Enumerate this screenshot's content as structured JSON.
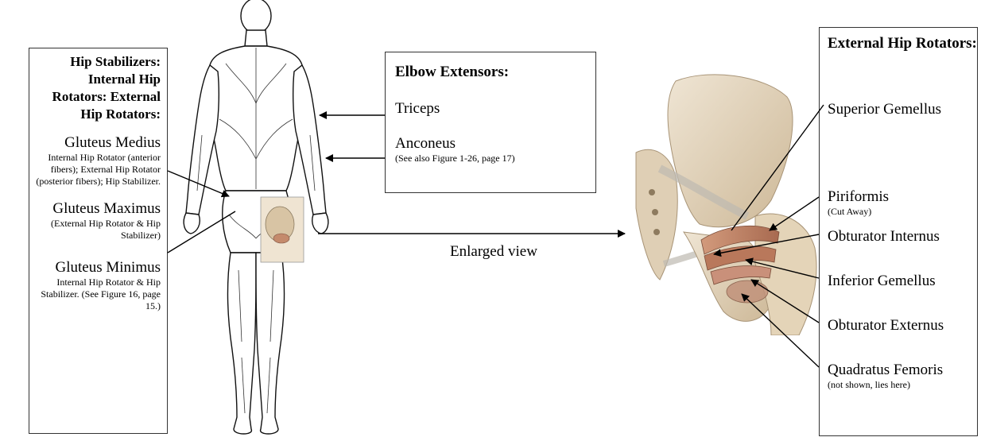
{
  "left_panel": {
    "header": "Hip Stabilizers: Internal Hip Rotators: External Hip Rotators:",
    "items": [
      {
        "name": "Gluteus Medius",
        "note": "Internal Hip Rotator (anterior fibers); External Hip Rotator (posterior fibers); Hip Stabilizer."
      },
      {
        "name": "Gluteus Maximus",
        "note": "(External Hip Rotator & Hip Stabilizer)"
      },
      {
        "name": "Gluteus Minimus",
        "note": "Internal Hip Rotator & Hip Stabilizer. (See Figure 16, page 15.)"
      }
    ]
  },
  "middle_panel": {
    "header": "Elbow Extensors:",
    "items": [
      {
        "name": "Triceps",
        "note": ""
      },
      {
        "name": "Anconeus",
        "note": "(See also Figure 1-26, page 17)"
      }
    ]
  },
  "right_panel": {
    "header": "External Hip Rotators:",
    "items": [
      {
        "name": "Superior Gemellus",
        "note": ""
      },
      {
        "name": "Piriformis",
        "note": "(Cut Away)"
      },
      {
        "name": "Obturator Internus",
        "note": ""
      },
      {
        "name": "Inferior Gemellus",
        "note": ""
      },
      {
        "name": "Obturator Externus",
        "note": ""
      },
      {
        "name": "Quadratus Femoris",
        "note": "(not shown, lies here)"
      }
    ]
  },
  "enlarged_label": "Enlarged view",
  "colors": {
    "line": "#000000",
    "skin": "#d9c3a3",
    "bone": "#e8ddc8",
    "muscle": "#c48a6c"
  }
}
